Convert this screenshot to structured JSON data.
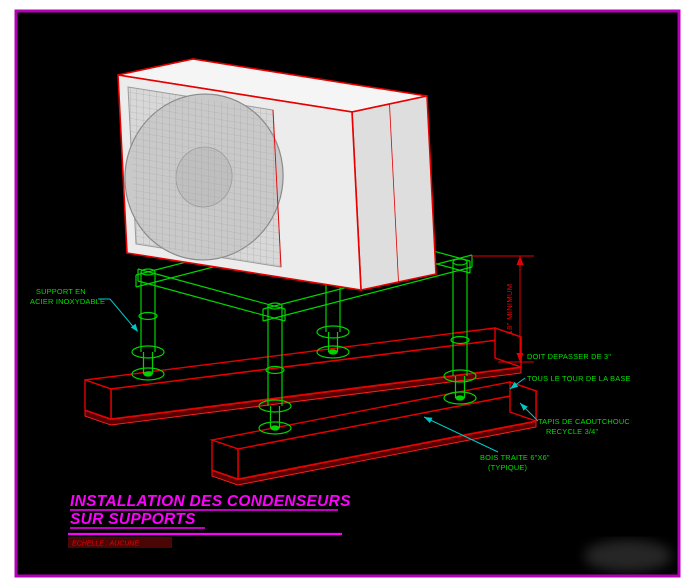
{
  "drawing": {
    "type": "CAD isometric detail of condenser unit installation on supports",
    "annotations": {
      "support_line1": "SUPPORT EN",
      "support_line2": "ACIER INOXYDABLE",
      "dimension": "18\" MINIMUM",
      "depasser": "DOIT DEPASSER DE 3\"",
      "tour": "TOUS LE TOUR DE LA BASE",
      "tapis_line1": "TAPIS DE CAOUTCHOUC",
      "tapis_line2": "RECYCLE 3/4\"",
      "bois_line1": "BOIS TRAITE 6\"X6\"",
      "bois_line2": "(TYPIQUE)"
    },
    "title": {
      "line1": "INSTALLATION DES CONDENSEURS",
      "line2": "SUR SUPPORTS",
      "scale": "ECHELLE : AUCUNE"
    },
    "colors": {
      "background": "#000000",
      "border_magenta": "#b400b4",
      "line_red": "#e60000",
      "support_green": "#00d400",
      "leader_cyan": "#00c8c8",
      "title_magenta": "#ff00ff",
      "unit_gray": "#ececec"
    }
  }
}
